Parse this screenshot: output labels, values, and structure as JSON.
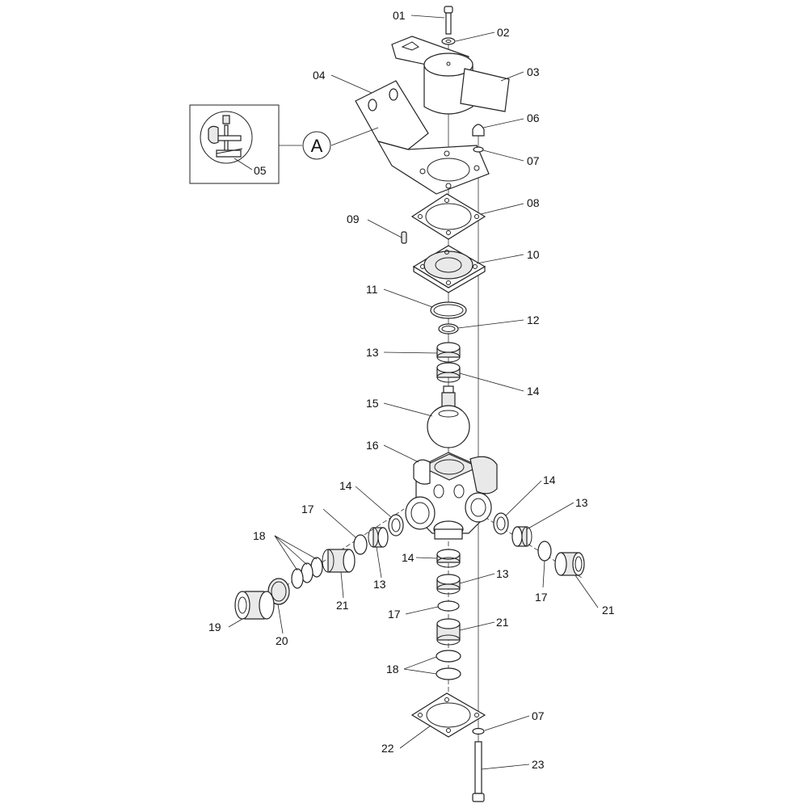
{
  "detail": {
    "letter": "A"
  },
  "callouts": [
    "01",
    "02",
    "03",
    "04",
    "05",
    "06",
    "07",
    "08",
    "09",
    "10",
    "11",
    "12",
    "13",
    "14",
    "15",
    "16",
    "17",
    "18",
    "19",
    "20",
    "21",
    "22",
    "23"
  ]
}
